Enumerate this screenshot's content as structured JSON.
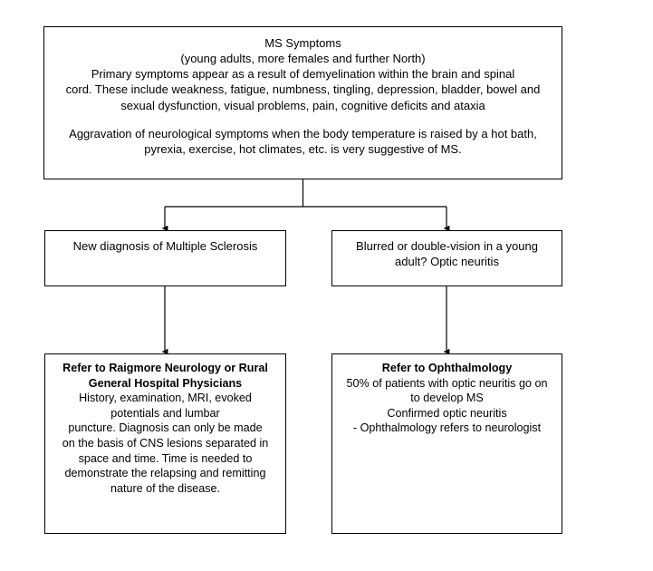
{
  "diagram": {
    "title": "MS Symptoms flowchart",
    "background_color": "#ffffff",
    "line_color": "#000000",
    "text_color": "#000000",
    "nodes": {
      "symptoms": {
        "heading": "MS Symptoms",
        "subheading": "(young adults, more females and further North)",
        "body": "Primary symptoms appear as a result of demyelination within the brain and spinal\ncord.  These include weakness, fatigue, numbness, tingling, depression, bladder, bowel and\nsexual dysfunction, visual problems, pain, cognitive deficits and ataxia",
        "body2": "Aggravation of neurological symptoms when the body temperature is raised by a hot bath,\npyrexia, exercise, hot climates, etc. is very suggestive of MS."
      },
      "new_diagnosis": {
        "text": "New diagnosis of Multiple Sclerosis"
      },
      "blurred_vision": {
        "text": "Blurred or double-vision in a young\nadult? Optic neuritis"
      },
      "refer_neurology": {
        "heading": "Refer to Raigmore Neurology or Rural\nGeneral Hospital Physicians",
        "body": "History, examination, MRI, evoked\npotentials and lumbar\npuncture.  Diagnosis can only be made\non the basis of CNS lesions separated in\nspace and time.  Time is needed to\ndemonstrate the relapsing and remitting\nnature of the disease."
      },
      "refer_ophthalmology": {
        "heading": "Refer to Ophthalmology",
        "body": "50% of patients with optic neuritis go on\nto develop MS\nConfirmed optic neuritis\n- Ophthalmology refers to neurologist"
      }
    },
    "connectors": [
      {
        "name": "symptoms-to-split",
        "from": "symptoms",
        "to": "split-junction"
      },
      {
        "name": "split-to-new-diagnosis",
        "from": "split-junction",
        "to": "new_diagnosis",
        "arrow": true
      },
      {
        "name": "split-to-blurred-vision",
        "from": "split-junction",
        "to": "blurred_vision",
        "arrow": true
      },
      {
        "name": "new-diagnosis-to-refer-neurology",
        "from": "new_diagnosis",
        "to": "refer_neurology",
        "arrow": true
      },
      {
        "name": "blurred-vision-to-refer-ophthalmology",
        "from": "blurred_vision",
        "to": "refer_ophthalmology",
        "arrow": true
      }
    ]
  }
}
